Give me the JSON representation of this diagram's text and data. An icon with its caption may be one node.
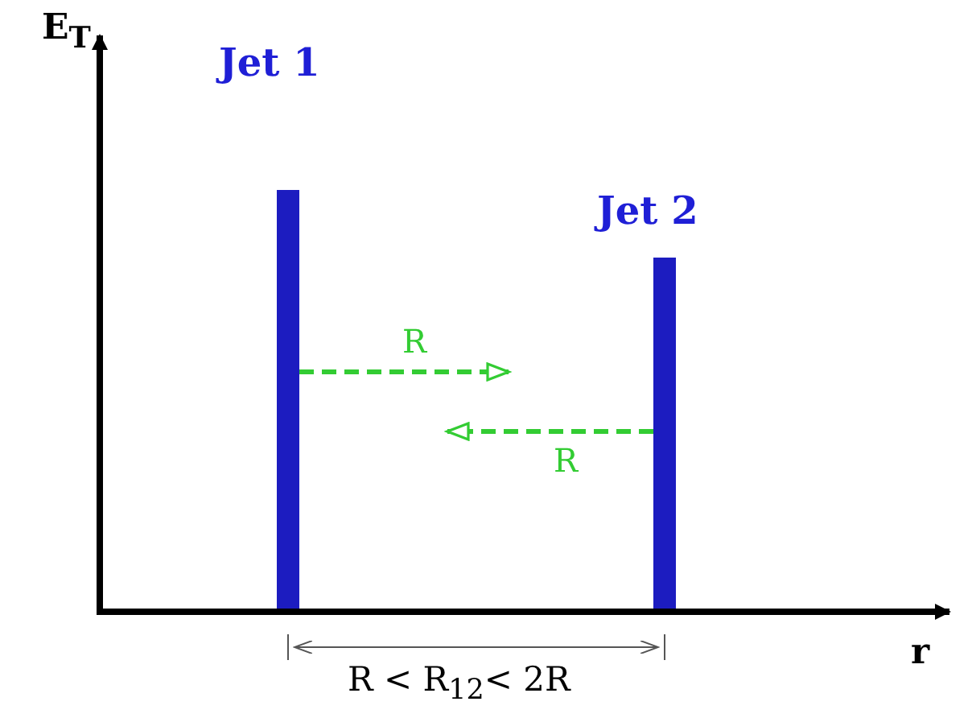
{
  "diagram": {
    "nodes": [
      {
        "text": [
          "Jet 1"
        ]
      },
      {
        "text": [
          "Jet 2"
        ]
      }
    ],
    "edges": [
      {
        "from": 0,
        "to": null,
        "arrow": "to",
        "label": "R",
        "style": "dashed",
        "color": "#33cc33"
      },
      {
        "from": 1,
        "to": null,
        "arrow": "to",
        "label": "R",
        "style": "dashed",
        "color": "#33cc33"
      }
    ],
    "labels": [
      "E$_{T}$",
      "r",
      "R < R$_{12}$< 2R"
    ]
  }
}
